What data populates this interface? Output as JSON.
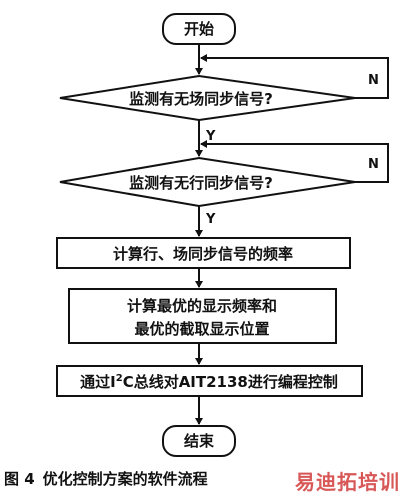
{
  "nodes": {
    "start": "开始",
    "decision_field_sync": "监测有无场同步信号?",
    "decision_line_sync": "监测有无行同步信号?",
    "process_calc_freq": "计算行、场同步信号的频率",
    "process_optimal_line1": "计算最优的显示频率和",
    "process_optimal_line2": "最优的截取显示位置",
    "process_i2c_prefix": "通过I",
    "process_i2c_sup": "2",
    "process_i2c_suffix": "C总线对AIT2138进行编程控制",
    "end": "结束"
  },
  "edge_labels": {
    "no_field": "N",
    "yes_field": "Y",
    "no_line": "N",
    "yes_line": "Y"
  },
  "caption": {
    "number": "图 4",
    "text": "优化控制方案的软件流程"
  },
  "watermark": "易迪拓培训"
}
